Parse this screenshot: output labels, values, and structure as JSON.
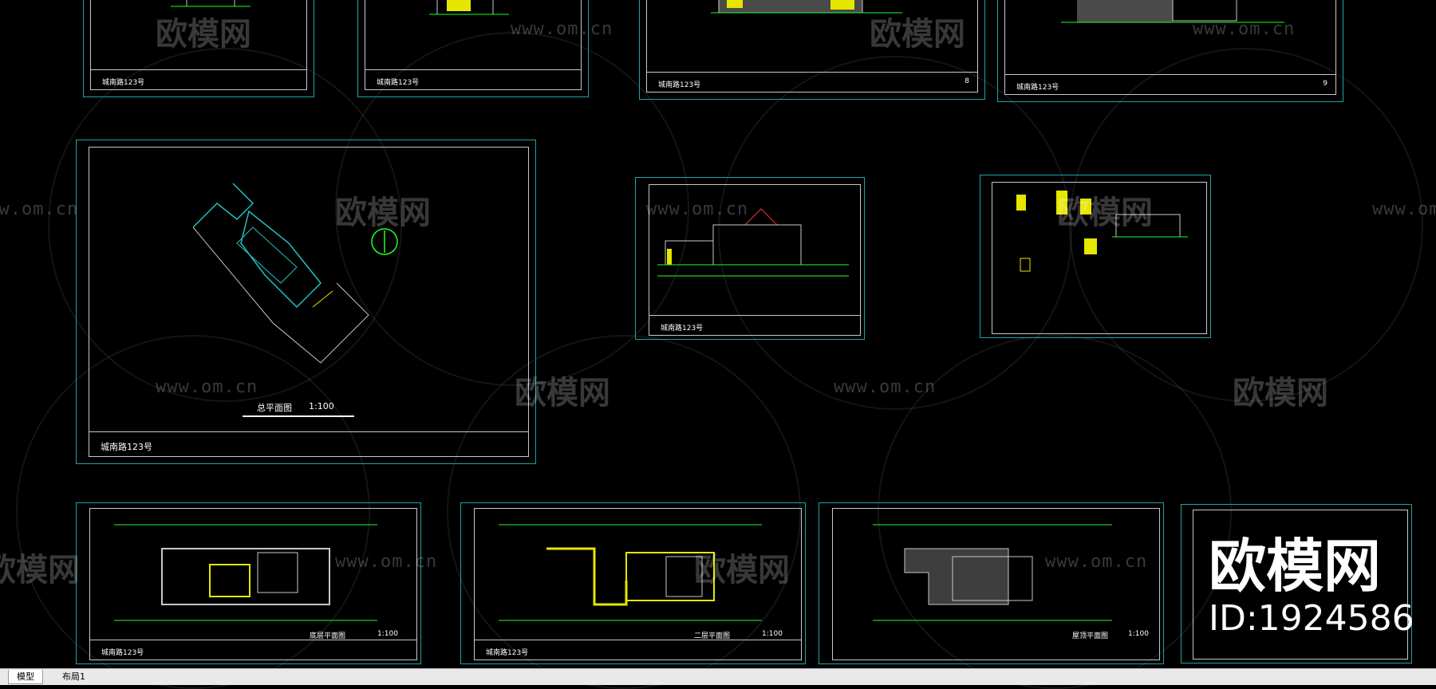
{
  "app": {
    "layout_tabs": [
      "模型",
      "布局1"
    ]
  },
  "watermark": {
    "site": "www.om.cn",
    "logo_text": "欧模网"
  },
  "sheets": {
    "site_plan": {
      "plan_title": "总平面图",
      "scale": "1:100",
      "title_block": "城南路123号"
    },
    "section_title_block": "城南路123号",
    "floor1": {
      "plan_title": "底层平面图",
      "scale": "1:100",
      "title_block": "城南路123号"
    },
    "floor2": {
      "plan_title": "二层平面图",
      "scale": "1:100",
      "title_block": "城南路123号"
    },
    "roof": {
      "plan_title": "屋顶平面图",
      "scale": "1:100"
    },
    "elevation_top1": {
      "title_block": "城南路123号"
    },
    "elevation_top2": {
      "title_block": "城南路123号"
    },
    "elevation_top3": {
      "title_block": "城南路123号",
      "sheet_no": "8"
    },
    "elevation_top4": {
      "title_block": "城南路123号",
      "sheet_no": "9"
    }
  },
  "brand_overlay": {
    "logo": "欧模网",
    "id": "ID:1924586"
  }
}
